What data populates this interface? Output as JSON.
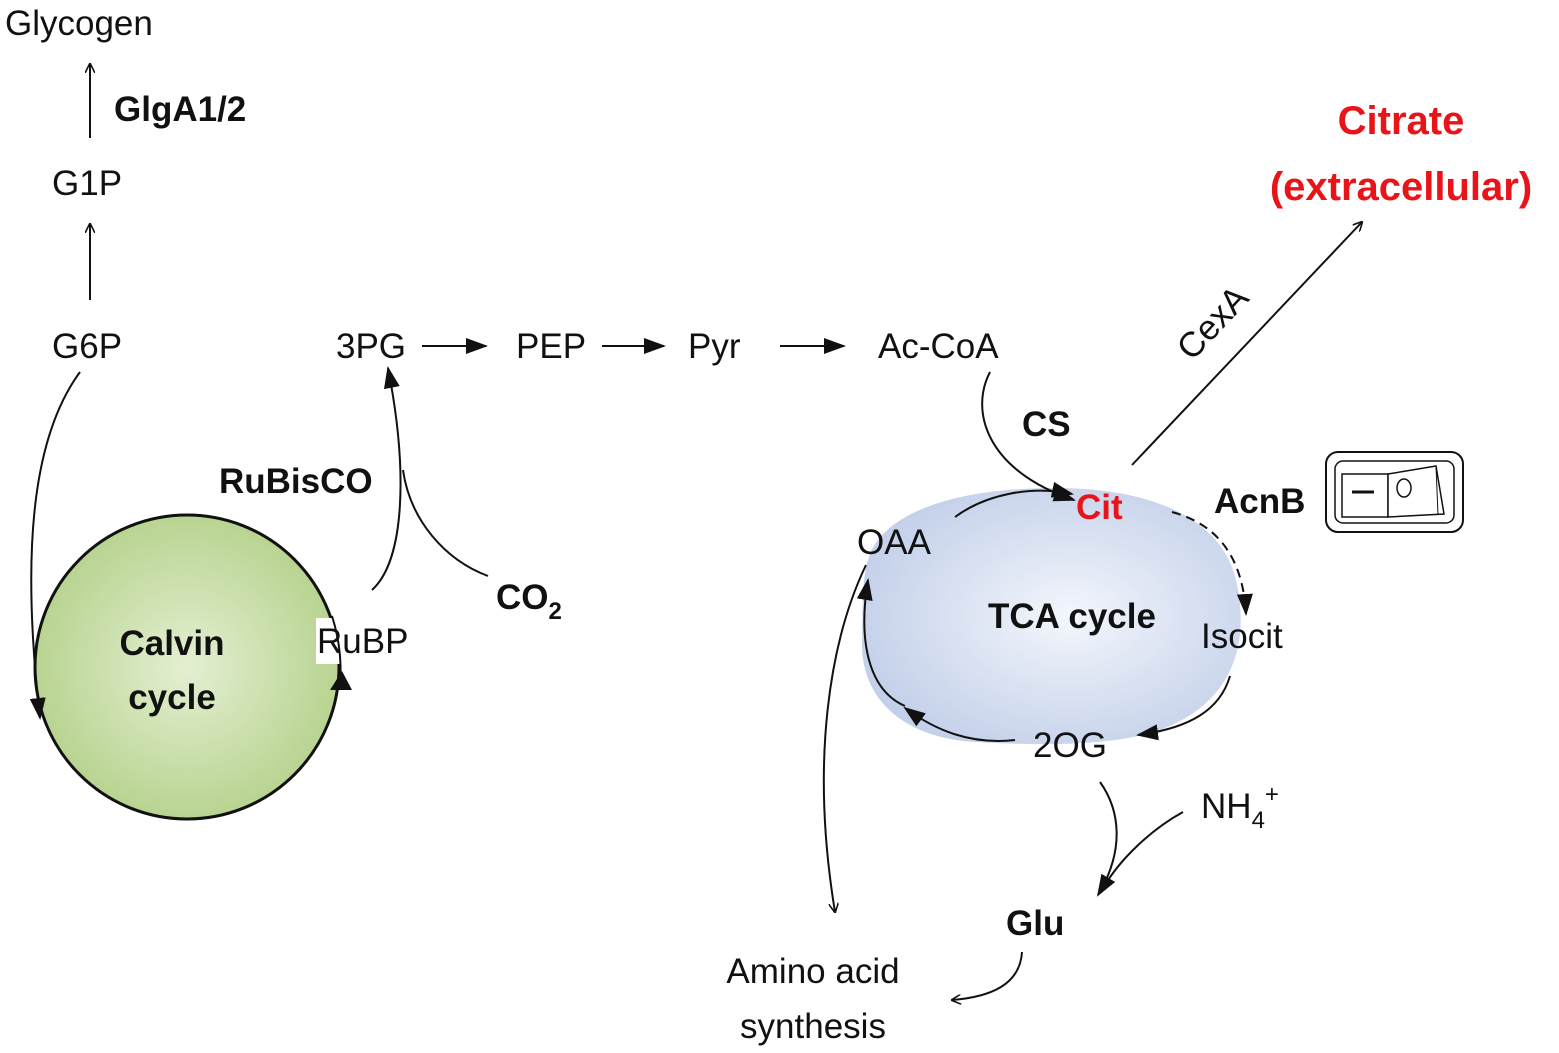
{
  "metabolites": {
    "glycogen": "Glycogen",
    "g1p": "G1P",
    "g6p": "G6P",
    "pg3": "3PG",
    "pep": "PEP",
    "pyr": "Pyr",
    "accoa": "Ac-CoA",
    "rubp": "RuBP",
    "co2_main": "CO",
    "co2_sub": "2",
    "cit": "Cit",
    "oaa": "OAA",
    "isocit": "Isocit",
    "og2": "2OG",
    "nh4_main": "NH",
    "nh4_sub": "4",
    "nh4_sup": "+",
    "glu": "Glu",
    "amino_line1": "Amino acid",
    "amino_line2": "synthesis",
    "citrate_line1": "Citrate",
    "citrate_line2": "(extracellular)"
  },
  "enzymes": {
    "glga": "GlgA1/2",
    "rubisco": "RuBisCO",
    "cs": "CS",
    "acnb": "AcnB",
    "cexa": "CexA"
  },
  "cycles": {
    "calvin_line1": "Calvin",
    "calvin_line2": "cycle",
    "tca": "TCA cycle"
  },
  "colors": {
    "highlight": "#e8141a",
    "calvin_fill": "#c4dca0",
    "tca_fill": "#c7d3ea"
  },
  "icons": {
    "switch": "toggle-switch-icon"
  }
}
